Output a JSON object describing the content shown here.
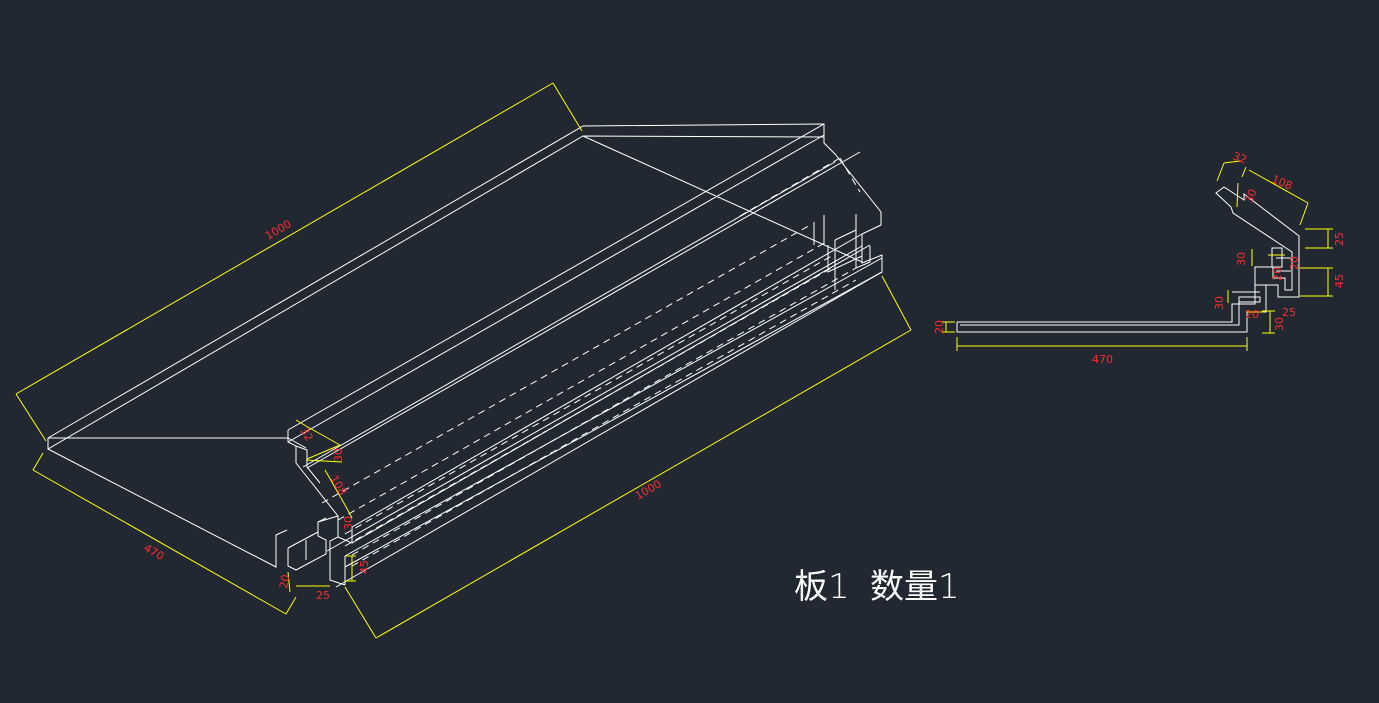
{
  "colors": {
    "background": "#222831",
    "geometry": "#ffffff",
    "dimension_lines": "#ffff00",
    "dimension_text": "#ff2b2b"
  },
  "iso_view": {
    "dims": {
      "length_top": "1000",
      "length_bottom": "1000",
      "width": "470",
      "d32": "32",
      "d30a": "30",
      "d108": "108",
      "d30b": "30",
      "d45": "45",
      "d20": "20",
      "d25": "25"
    }
  },
  "section_view": {
    "dims": {
      "d32": "32",
      "d30a": "30",
      "d108": "108",
      "d25a": "25",
      "d30b": "30",
      "d20a": "20",
      "d20b": "20",
      "d45": "45",
      "d30c": "30",
      "d25b": "25",
      "d20c": "20",
      "d30d": "30",
      "d20left": "20",
      "width": "470"
    }
  },
  "label": {
    "part": "板1",
    "quantity": "数量1"
  }
}
